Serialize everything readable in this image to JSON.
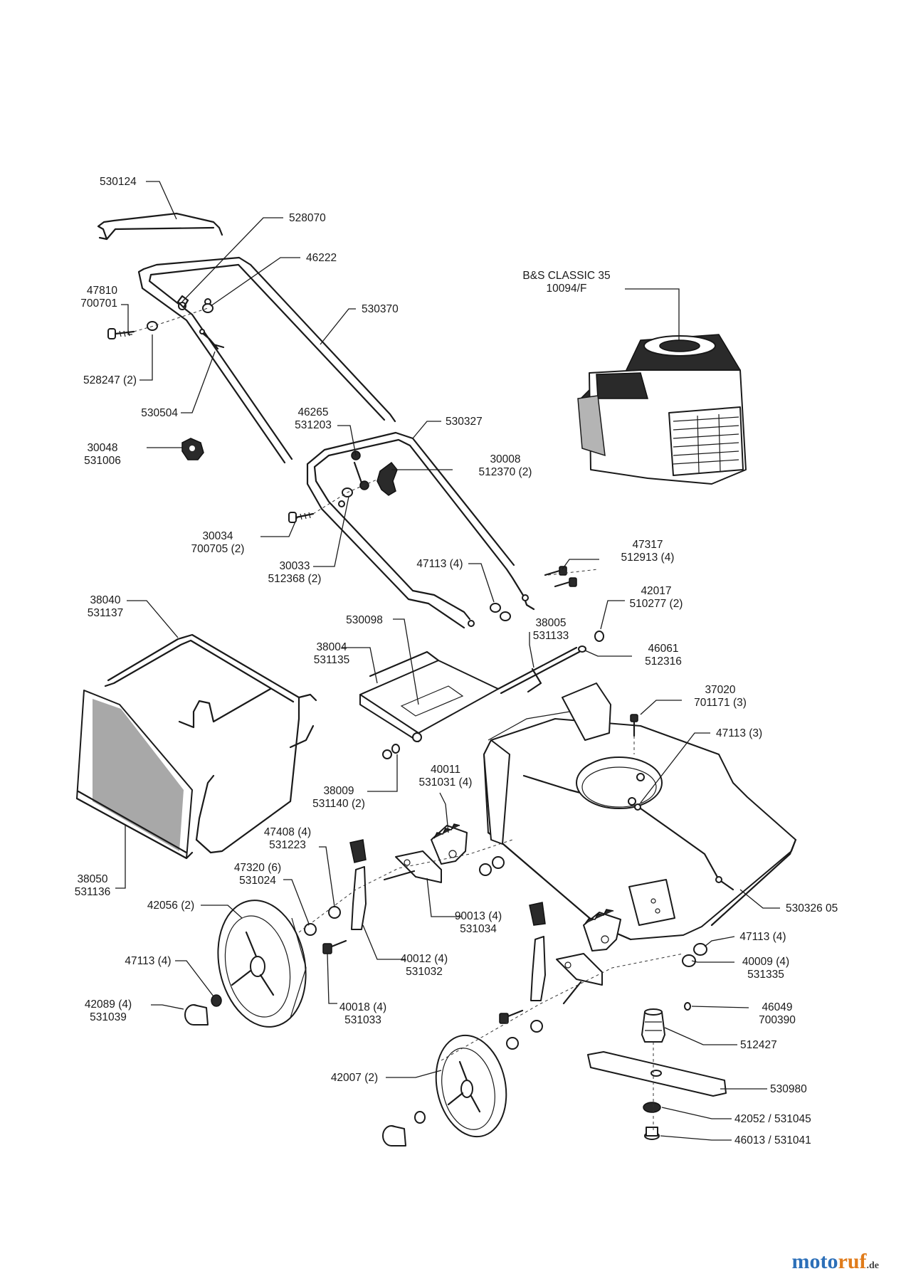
{
  "labels": [
    {
      "id": "530124",
      "lines": [
        "530124"
      ]
    },
    {
      "id": "528070",
      "lines": [
        "528070"
      ]
    },
    {
      "id": "46222",
      "lines": [
        "46222"
      ]
    },
    {
      "id": "47810",
      "lines": [
        "47810",
        "700701"
      ]
    },
    {
      "id": "530370",
      "lines": [
        "530370"
      ]
    },
    {
      "id": "528247",
      "lines": [
        "528247 (2)"
      ]
    },
    {
      "id": "530504",
      "lines": [
        "530504"
      ]
    },
    {
      "id": "engine",
      "lines": [
        "B&S CLASSIC 35",
        "10094/F"
      ]
    },
    {
      "id": "46265",
      "lines": [
        "46265",
        "531203"
      ]
    },
    {
      "id": "530327",
      "lines": [
        "530327"
      ]
    },
    {
      "id": "30048",
      "lines": [
        "30048",
        "531006"
      ]
    },
    {
      "id": "30008",
      "lines": [
        "30008",
        "512370 (2)"
      ]
    },
    {
      "id": "30034",
      "lines": [
        "30034",
        "700705 (2)"
      ]
    },
    {
      "id": "47317",
      "lines": [
        "47317",
        "512913 (4)"
      ]
    },
    {
      "id": "30033",
      "lines": [
        "30033",
        "512368 (2)"
      ]
    },
    {
      "id": "47113a",
      "lines": [
        "47113 (4)"
      ]
    },
    {
      "id": "42017",
      "lines": [
        "42017",
        "510277 (2)"
      ]
    },
    {
      "id": "38040",
      "lines": [
        "38040",
        "531137"
      ]
    },
    {
      "id": "530098",
      "lines": [
        "530098"
      ]
    },
    {
      "id": "38005",
      "lines": [
        "38005",
        "531133"
      ]
    },
    {
      "id": "38004",
      "lines": [
        "38004",
        "531135"
      ]
    },
    {
      "id": "46061",
      "lines": [
        "46061",
        "512316"
      ]
    },
    {
      "id": "37020",
      "lines": [
        "37020",
        "701171 (3)"
      ]
    },
    {
      "id": "47113b",
      "lines": [
        "47113 (3)"
      ]
    },
    {
      "id": "40011",
      "lines": [
        "40011",
        "531031 (4)"
      ]
    },
    {
      "id": "38009",
      "lines": [
        "38009",
        "531140 (2)"
      ]
    },
    {
      "id": "47408",
      "lines": [
        "47408 (4)",
        "531223"
      ]
    },
    {
      "id": "47320",
      "lines": [
        "47320 (6)",
        "531024"
      ]
    },
    {
      "id": "38050",
      "lines": [
        "38050",
        "531136"
      ]
    },
    {
      "id": "42056",
      "lines": [
        "42056 (2)"
      ]
    },
    {
      "id": "90013",
      "lines": [
        "90013 (4)",
        "531034"
      ]
    },
    {
      "id": "530326",
      "lines": [
        "530326 05"
      ]
    },
    {
      "id": "47113c",
      "lines": [
        "47113 (4)"
      ]
    },
    {
      "id": "40012",
      "lines": [
        "40012 (4)",
        "531032"
      ]
    },
    {
      "id": "47113d",
      "lines": [
        "47113 (4)"
      ]
    },
    {
      "id": "40009",
      "lines": [
        "40009 (4)",
        "531335"
      ]
    },
    {
      "id": "42089",
      "lines": [
        "42089 (4)",
        "531039"
      ]
    },
    {
      "id": "40018",
      "lines": [
        "40018 (4)",
        "531033"
      ]
    },
    {
      "id": "46049",
      "lines": [
        "46049",
        "700390"
      ]
    },
    {
      "id": "512427",
      "lines": [
        "512427"
      ]
    },
    {
      "id": "42007",
      "lines": [
        "42007 (2)"
      ]
    },
    {
      "id": "530980",
      "lines": [
        "530980"
      ]
    },
    {
      "id": "42052",
      "lines": [
        "42052 / 531045"
      ]
    },
    {
      "id": "46013",
      "lines": [
        "46013 / 531041"
      ]
    }
  ],
  "brand": {
    "name_a": "moto",
    "name_b": "ruf",
    "suffix": ".de"
  }
}
